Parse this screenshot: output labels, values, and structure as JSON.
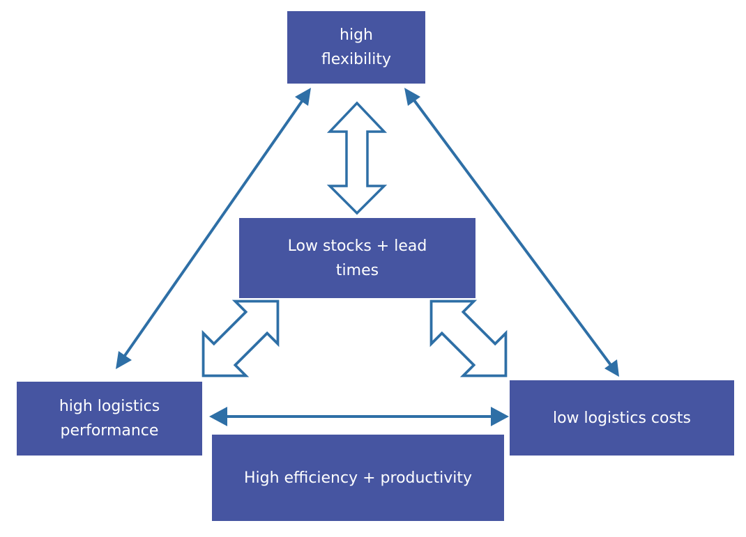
{
  "nodes": {
    "flexibility": {
      "line1": "high",
      "line2": "flexibility"
    },
    "stocks": {
      "line1": "Low stocks + lead",
      "line2": "times"
    },
    "performance": {
      "line1": "high logistics",
      "line2": "performance"
    },
    "costs": {
      "label": "low logistics costs"
    },
    "efficiency": {
      "label": "High efficiency + productivity"
    }
  },
  "colors": {
    "box_fill": "#4655a1",
    "box_text": "#ffffff",
    "arrow": "#2e6fa6",
    "background": "#ffffff"
  }
}
